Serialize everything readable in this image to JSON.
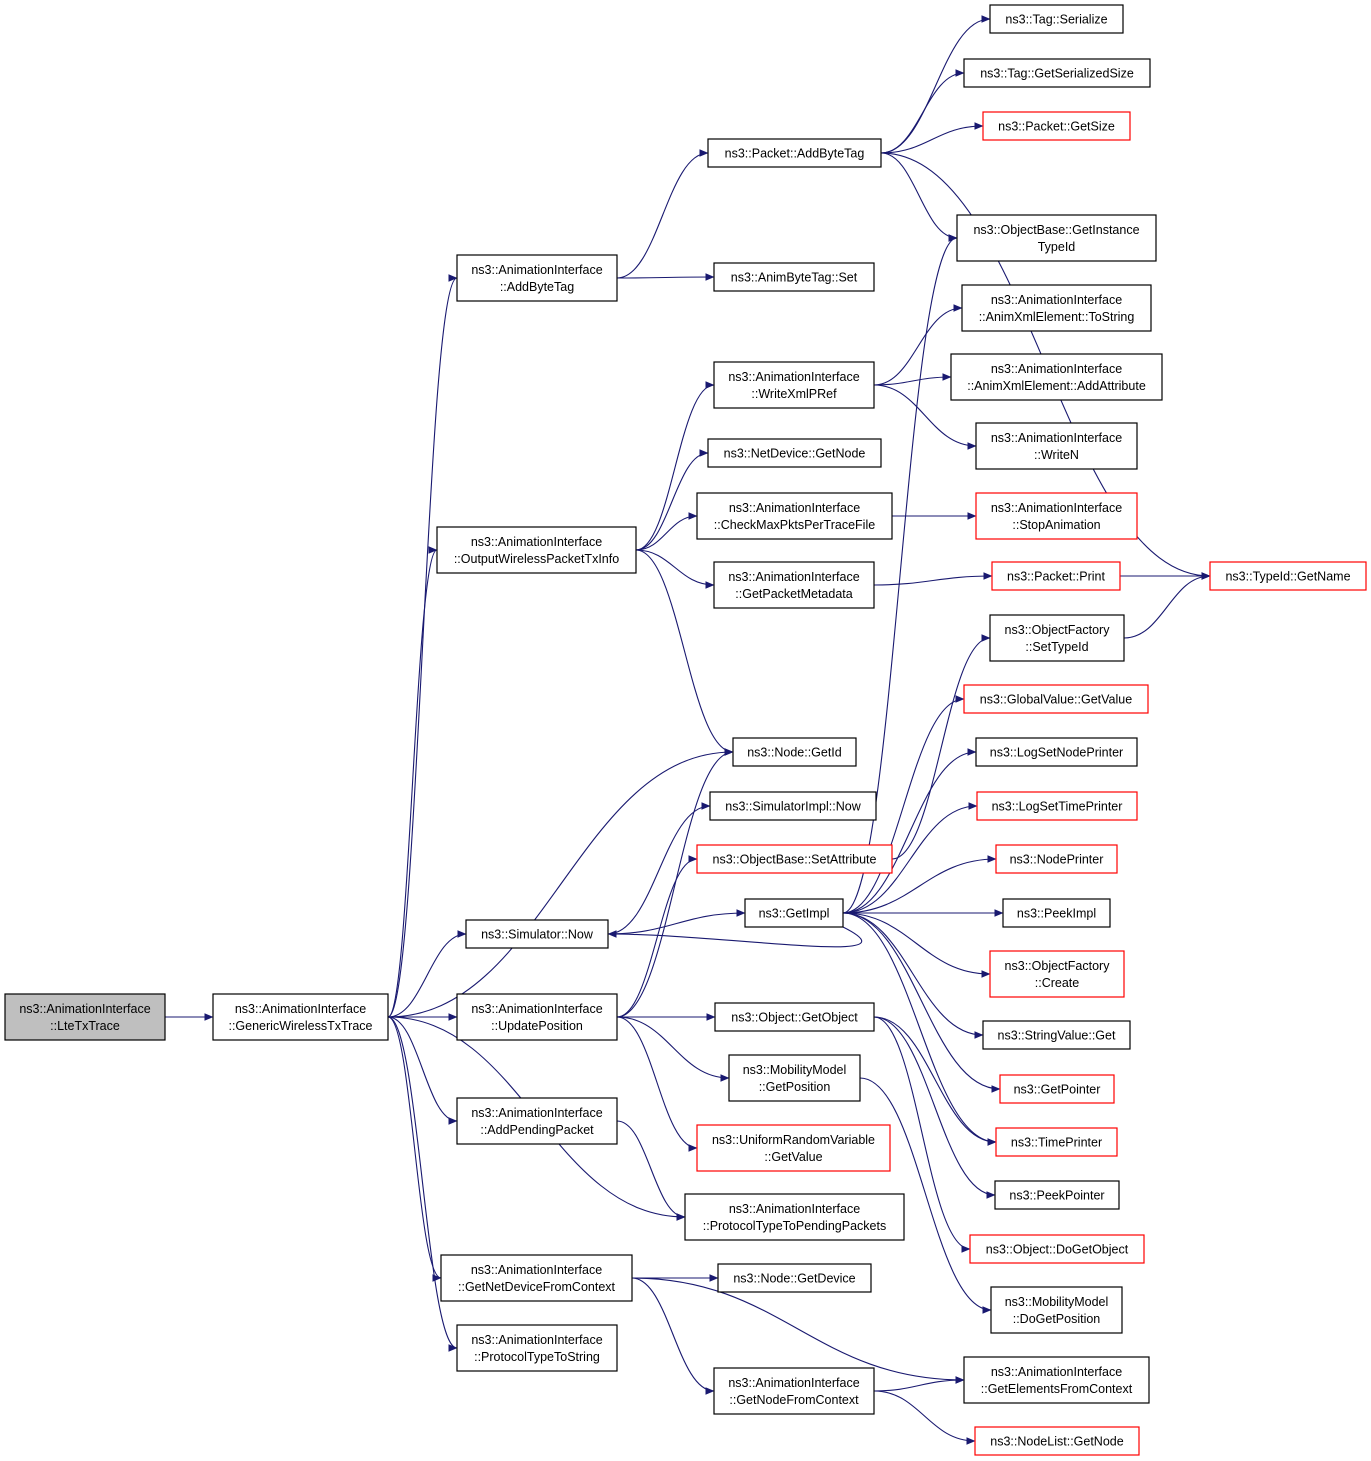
{
  "colors": {
    "edge": "#191970",
    "box_border": "#000000",
    "box_border_truncated": "#ff0000",
    "box_fill": "#ffffff",
    "box_fill_root": "#bfbfbf"
  },
  "nodes": [
    {
      "id": "lte",
      "lines": [
        "ns3::AnimationInterface",
        "::LteTxTrace"
      ],
      "style": "root"
    },
    {
      "id": "gwt",
      "lines": [
        "ns3::AnimationInterface",
        "::GenericWirelessTxTrace"
      ],
      "style": "normal"
    },
    {
      "id": "abt",
      "lines": [
        "ns3::AnimationInterface",
        "::AddByteTag"
      ],
      "style": "normal"
    },
    {
      "id": "owp",
      "lines": [
        "ns3::AnimationInterface",
        "::OutputWirelessPacketTxInfo"
      ],
      "style": "normal"
    },
    {
      "id": "sim_now",
      "lines": [
        "ns3::Simulator::Now"
      ],
      "style": "normal"
    },
    {
      "id": "upd",
      "lines": [
        "ns3::AnimationInterface",
        "::UpdatePosition"
      ],
      "style": "normal"
    },
    {
      "id": "app",
      "lines": [
        "ns3::AnimationInterface",
        "::AddPendingPacket"
      ],
      "style": "normal"
    },
    {
      "id": "gnd",
      "lines": [
        "ns3::AnimationInterface",
        "::GetNetDeviceFromContext"
      ],
      "style": "normal"
    },
    {
      "id": "pts",
      "lines": [
        "ns3::AnimationInterface",
        "::ProtocolTypeToString"
      ],
      "style": "normal"
    },
    {
      "id": "pab",
      "lines": [
        "ns3::Packet::AddByteTag"
      ],
      "style": "normal"
    },
    {
      "id": "abs",
      "lines": [
        "ns3::AnimByteTag::Set"
      ],
      "style": "normal"
    },
    {
      "id": "wxp",
      "lines": [
        "ns3::AnimationInterface",
        "::WriteXmlPRef"
      ],
      "style": "normal"
    },
    {
      "id": "ndgn",
      "lines": [
        "ns3::NetDevice::GetNode"
      ],
      "style": "normal"
    },
    {
      "id": "cmp",
      "lines": [
        "ns3::AnimationInterface",
        "::CheckMaxPktsPerTraceFile"
      ],
      "style": "normal"
    },
    {
      "id": "gpm",
      "lines": [
        "ns3::AnimationInterface",
        "::GetPacketMetadata"
      ],
      "style": "normal"
    },
    {
      "id": "ngid",
      "lines": [
        "ns3::Node::GetId"
      ],
      "style": "normal"
    },
    {
      "id": "sin",
      "lines": [
        "ns3::SimulatorImpl::Now"
      ],
      "style": "normal"
    },
    {
      "id": "obsa",
      "lines": [
        "ns3::ObjectBase::SetAttribute"
      ],
      "style": "truncated"
    },
    {
      "id": "gimpl",
      "lines": [
        "ns3::GetImpl"
      ],
      "style": "normal"
    },
    {
      "id": "ogo",
      "lines": [
        "ns3::Object::GetObject"
      ],
      "style": "normal"
    },
    {
      "id": "mmgp",
      "lines": [
        "ns3::MobilityModel",
        "::GetPosition"
      ],
      "style": "normal"
    },
    {
      "id": "urv",
      "lines": [
        "ns3::UniformRandomVariable",
        "::GetValue"
      ],
      "style": "truncated"
    },
    {
      "id": "ptpp",
      "lines": [
        "ns3::AnimationInterface",
        "::ProtocolTypeToPendingPackets"
      ],
      "style": "normal"
    },
    {
      "id": "ngd",
      "lines": [
        "ns3::Node::GetDevice"
      ],
      "style": "normal"
    },
    {
      "id": "gnfc",
      "lines": [
        "ns3::AnimationInterface",
        "::GetNodeFromContext"
      ],
      "style": "normal"
    },
    {
      "id": "tser",
      "lines": [
        "ns3::Tag::Serialize"
      ],
      "style": "normal"
    },
    {
      "id": "tgss",
      "lines": [
        "ns3::Tag::GetSerializedSize"
      ],
      "style": "normal"
    },
    {
      "id": "pgs",
      "lines": [
        "ns3::Packet::GetSize"
      ],
      "style": "truncated"
    },
    {
      "id": "obgi",
      "lines": [
        "ns3::ObjectBase::GetInstance",
        "TypeId"
      ],
      "style": "normal"
    },
    {
      "id": "axts",
      "lines": [
        "ns3::AnimationInterface",
        "::AnimXmlElement::ToString"
      ],
      "style": "normal"
    },
    {
      "id": "axaa",
      "lines": [
        "ns3::AnimationInterface",
        "::AnimXmlElement::AddAttribute"
      ],
      "style": "normal"
    },
    {
      "id": "wn",
      "lines": [
        "ns3::AnimationInterface",
        "::WriteN"
      ],
      "style": "normal"
    },
    {
      "id": "sta",
      "lines": [
        "ns3::AnimationInterface",
        "::StopAnimation"
      ],
      "style": "truncated"
    },
    {
      "id": "pp",
      "lines": [
        "ns3::Packet::Print"
      ],
      "style": "truncated"
    },
    {
      "id": "tgn",
      "lines": [
        "ns3::TypeId::GetName"
      ],
      "style": "truncated"
    },
    {
      "id": "ofst",
      "lines": [
        "ns3::ObjectFactory",
        "::SetTypeId"
      ],
      "style": "normal"
    },
    {
      "id": "gvgv",
      "lines": [
        "ns3::GlobalValue::GetValue"
      ],
      "style": "truncated"
    },
    {
      "id": "lsnp",
      "lines": [
        "ns3::LogSetNodePrinter"
      ],
      "style": "normal"
    },
    {
      "id": "lstp",
      "lines": [
        "ns3::LogSetTimePrinter"
      ],
      "style": "truncated"
    },
    {
      "id": "np",
      "lines": [
        "ns3::NodePrinter"
      ],
      "style": "truncated"
    },
    {
      "id": "pimpl",
      "lines": [
        "ns3::PeekImpl"
      ],
      "style": "normal"
    },
    {
      "id": "ofc",
      "lines": [
        "ns3::ObjectFactory",
        "::Create"
      ],
      "style": "truncated"
    },
    {
      "id": "svg",
      "lines": [
        "ns3::StringValue::Get"
      ],
      "style": "normal"
    },
    {
      "id": "gptr",
      "lines": [
        "ns3::GetPointer"
      ],
      "style": "truncated"
    },
    {
      "id": "tp",
      "lines": [
        "ns3::TimePrinter"
      ],
      "style": "truncated"
    },
    {
      "id": "pkp",
      "lines": [
        "ns3::PeekPointer"
      ],
      "style": "normal"
    },
    {
      "id": "odgo",
      "lines": [
        "ns3::Object::DoGetObject"
      ],
      "style": "truncated"
    },
    {
      "id": "mmdp",
      "lines": [
        "ns3::MobilityModel",
        "::DoGetPosition"
      ],
      "style": "normal"
    },
    {
      "id": "gefc",
      "lines": [
        "ns3::AnimationInterface",
        "::GetElementsFromContext"
      ],
      "style": "normal"
    },
    {
      "id": "nlgn",
      "lines": [
        "ns3::NodeList::GetNode"
      ],
      "style": "truncated"
    }
  ],
  "edges": [
    [
      "lte",
      "gwt"
    ],
    [
      "gwt",
      "abt"
    ],
    [
      "gwt",
      "owp"
    ],
    [
      "gwt",
      "ngid"
    ],
    [
      "gwt",
      "sim_now"
    ],
    [
      "gwt",
      "upd"
    ],
    [
      "gwt",
      "app"
    ],
    [
      "gwt",
      "ptpp"
    ],
    [
      "gwt",
      "gnd"
    ],
    [
      "gwt",
      "pts"
    ],
    [
      "abt",
      "pab"
    ],
    [
      "abt",
      "abs"
    ],
    [
      "pab",
      "tser"
    ],
    [
      "pab",
      "tgss"
    ],
    [
      "pab",
      "pgs"
    ],
    [
      "pab",
      "tgn"
    ],
    [
      "pab",
      "obgi"
    ],
    [
      "owp",
      "wxp"
    ],
    [
      "owp",
      "ndgn"
    ],
    [
      "owp",
      "cmp"
    ],
    [
      "owp",
      "gpm"
    ],
    [
      "owp",
      "ngid"
    ],
    [
      "wxp",
      "axts"
    ],
    [
      "wxp",
      "axaa"
    ],
    [
      "wxp",
      "wn"
    ],
    [
      "cmp",
      "sta"
    ],
    [
      "gpm",
      "pp"
    ],
    [
      "pp",
      "tgn"
    ],
    [
      "ofst",
      "tgn"
    ],
    [
      "sim_now",
      "sin"
    ],
    [
      "sim_now",
      "gimpl"
    ],
    [
      "upd",
      "ngid"
    ],
    [
      "upd",
      "obsa"
    ],
    [
      "upd",
      "ogo"
    ],
    [
      "upd",
      "mmgp"
    ],
    [
      "upd",
      "urv"
    ],
    [
      "obsa",
      "ofst"
    ],
    [
      "gimpl",
      "obgi"
    ],
    [
      "gimpl",
      "gvgv"
    ],
    [
      "gimpl",
      "lsnp"
    ],
    [
      "gimpl",
      "lstp"
    ],
    [
      "gimpl",
      "np"
    ],
    [
      "gimpl",
      "pimpl"
    ],
    [
      "gimpl",
      "ofc"
    ],
    [
      "gimpl",
      "svg"
    ],
    [
      "gimpl",
      "gptr"
    ],
    [
      "gimpl",
      "tp"
    ],
    [
      "gimpl",
      "sim_now"
    ],
    [
      "ogo",
      "tp"
    ],
    [
      "ogo",
      "pkp"
    ],
    [
      "ogo",
      "odgo"
    ],
    [
      "mmgp",
      "mmdp"
    ],
    [
      "app",
      "ptpp"
    ],
    [
      "gnd",
      "ngd"
    ],
    [
      "gnd",
      "gefc"
    ],
    [
      "gnd",
      "gnfc"
    ],
    [
      "gnfc",
      "gefc"
    ],
    [
      "gnfc",
      "nlgn"
    ]
  ]
}
